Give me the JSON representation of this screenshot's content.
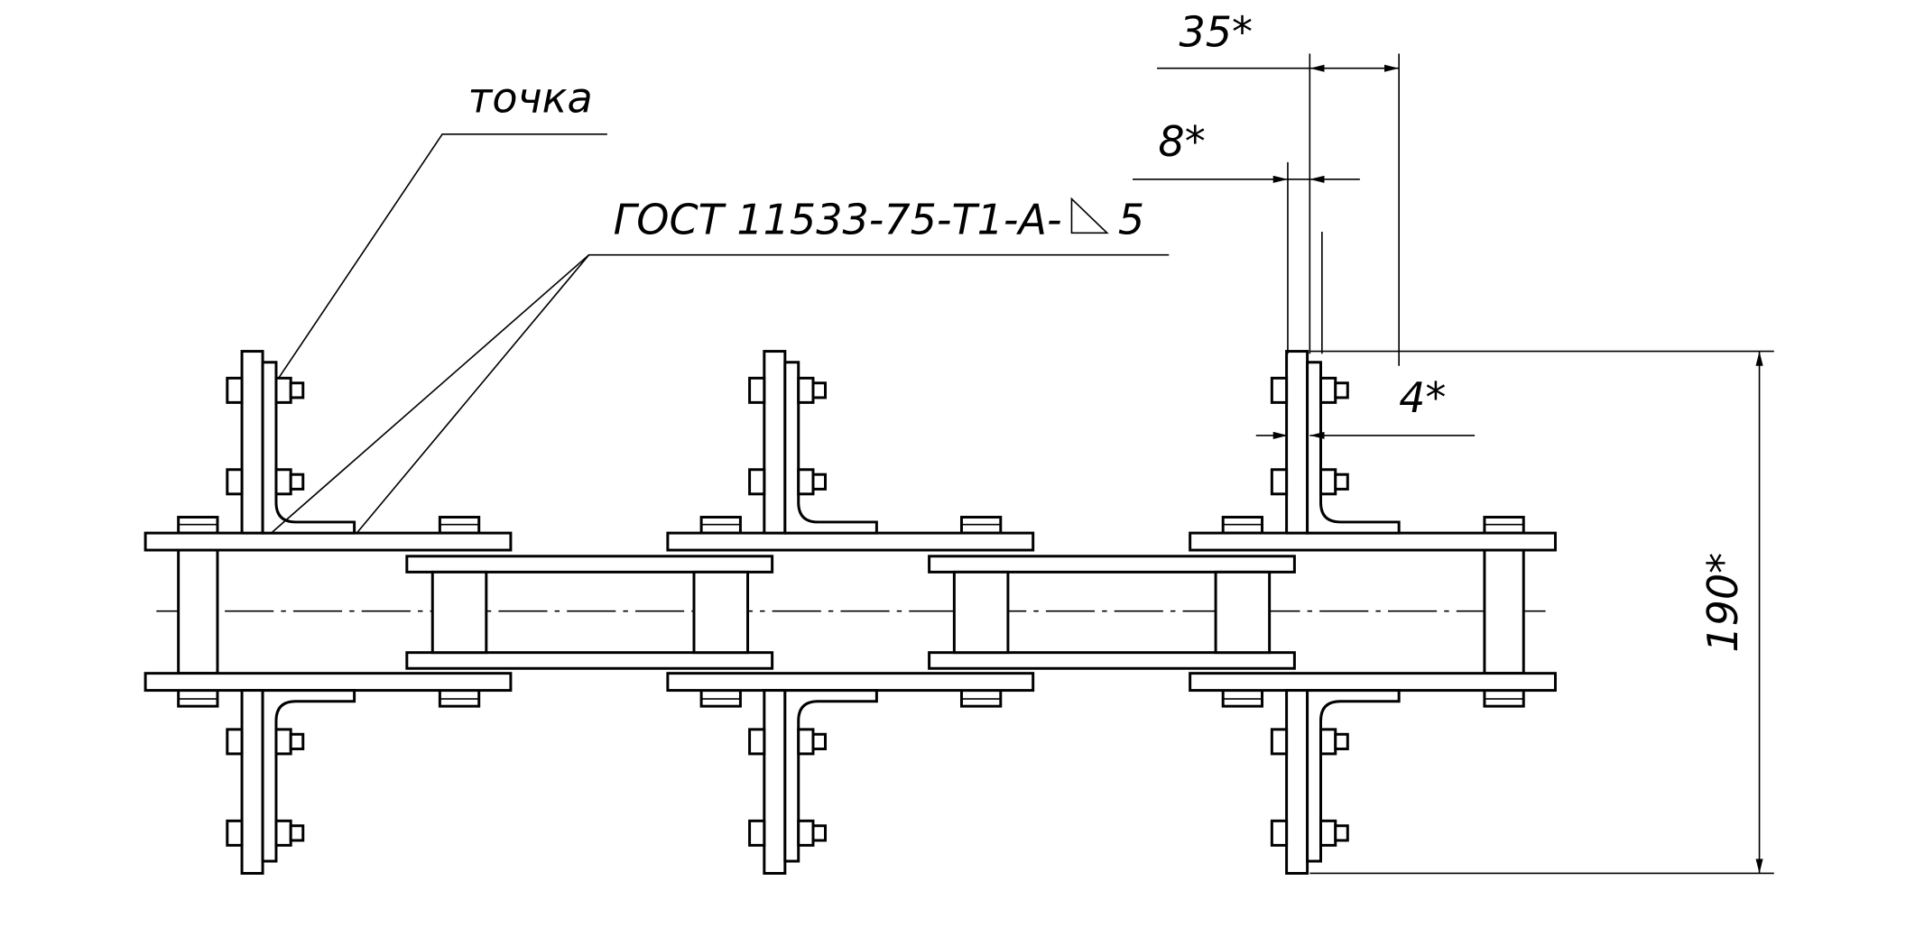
{
  "drawing": {
    "title": "Chain with angle attachments",
    "labels": {
      "point_note": "точка",
      "weld_note": "ГОСТ 11533-75-Т1-А-",
      "weld_leg": "5",
      "dim_35": "35*",
      "dim_8": "8*",
      "dim_4": "4*",
      "dim_190": "190*"
    },
    "modules": 3,
    "stroke_color": "#000000",
    "background": "#ffffff"
  }
}
